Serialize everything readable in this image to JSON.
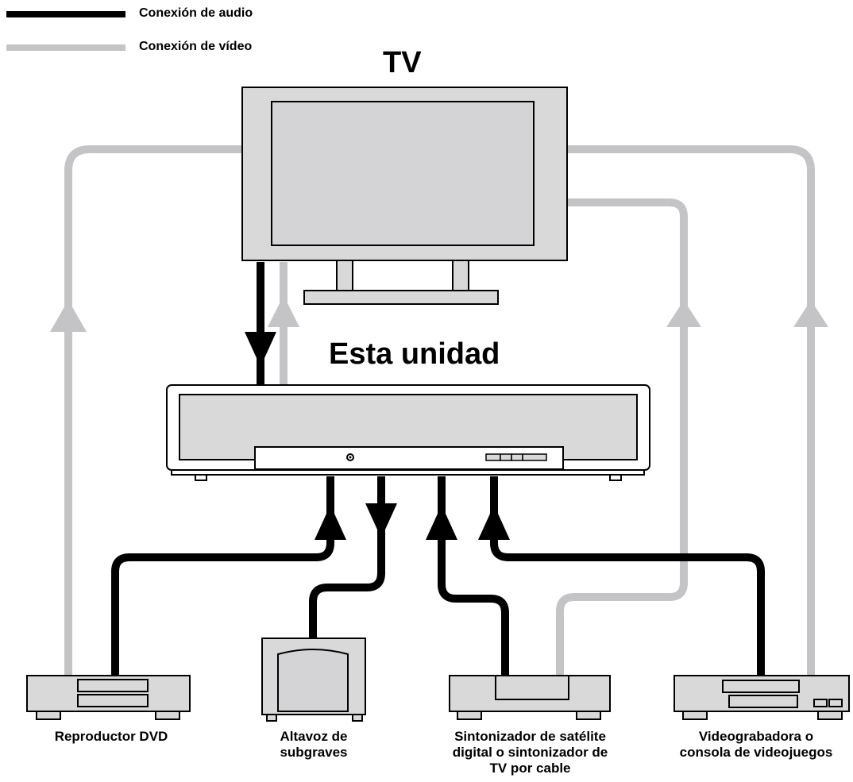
{
  "legend": {
    "audio_label": "Conexión de audio",
    "video_label": "Conexión de vídeo",
    "audio_color": "#000000",
    "video_color": "#c4c4c6"
  },
  "tv": {
    "title": "TV"
  },
  "unit": {
    "title": "Esta unidad"
  },
  "devices": {
    "dvd": "Reproductor DVD",
    "subwoofer": "Altavoz de\nsubgraves",
    "satellite": "Sintonizador de satélite\ndigital o sintonizador de\nTV por cable",
    "vcr": "Videograbadora o\nconsola de videojuegos"
  },
  "colors": {
    "device_fill": "#d9d9d9",
    "screen_fill": "#d4d4d6",
    "outline": "#000000"
  }
}
